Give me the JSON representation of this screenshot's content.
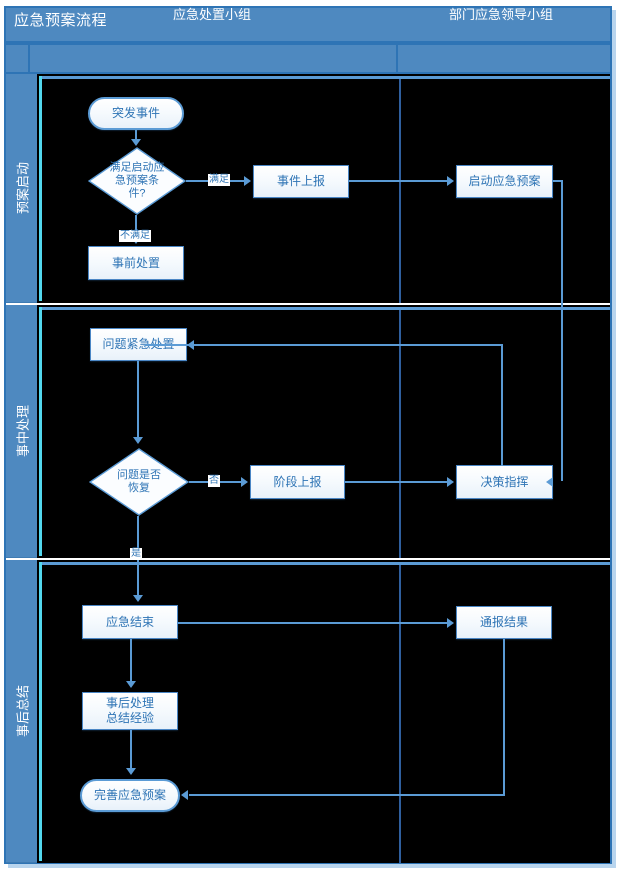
{
  "document": {
    "title": "应急预案流程"
  },
  "columns": [
    {
      "label": "应急处置小组"
    },
    {
      "label": "部门应急领导小组"
    }
  ],
  "lanes": [
    {
      "label": "预案启动"
    },
    {
      "label": "事中处理"
    },
    {
      "label": "事后总结"
    }
  ],
  "nodes": {
    "start_event": {
      "label": "突发事件",
      "shape": "stadium"
    },
    "decision_launch": {
      "label": "满足启动应\n急预案条\n件?",
      "shape": "diamond"
    },
    "pre_handle": {
      "label": "事前处置",
      "shape": "process"
    },
    "report_event": {
      "label": "事件上报",
      "shape": "process"
    },
    "launch_plan": {
      "label": "启动应急预案",
      "shape": "process"
    },
    "urgent_handle": {
      "label": "问题紧急处置",
      "shape": "process"
    },
    "decision_recover": {
      "label": "问题是否\n恢复",
      "shape": "diamond"
    },
    "stage_report": {
      "label": "阶段上报",
      "shape": "process"
    },
    "command": {
      "label": "决策指挥",
      "shape": "process"
    },
    "emergency_end": {
      "label": "应急结束",
      "shape": "process"
    },
    "post_handle": {
      "label": "事后处理\n总结经验",
      "shape": "process"
    },
    "improve_plan": {
      "label": "完善应急预案",
      "shape": "stadium"
    },
    "notify_result": {
      "label": "通报结果",
      "shape": "process"
    }
  },
  "edge_labels": {
    "satisfied": "满足",
    "not_satisfied": "不满足",
    "no": "否",
    "yes": "是"
  },
  "colors": {
    "band": "#4e89c0",
    "band_border": "#2e74b5",
    "connector": "#5b9bd5",
    "node_stroke": "#5b9bd5",
    "node_text": "#2e74b5",
    "lane_body": "#000000",
    "lane_accent": "#53d8ee"
  }
}
